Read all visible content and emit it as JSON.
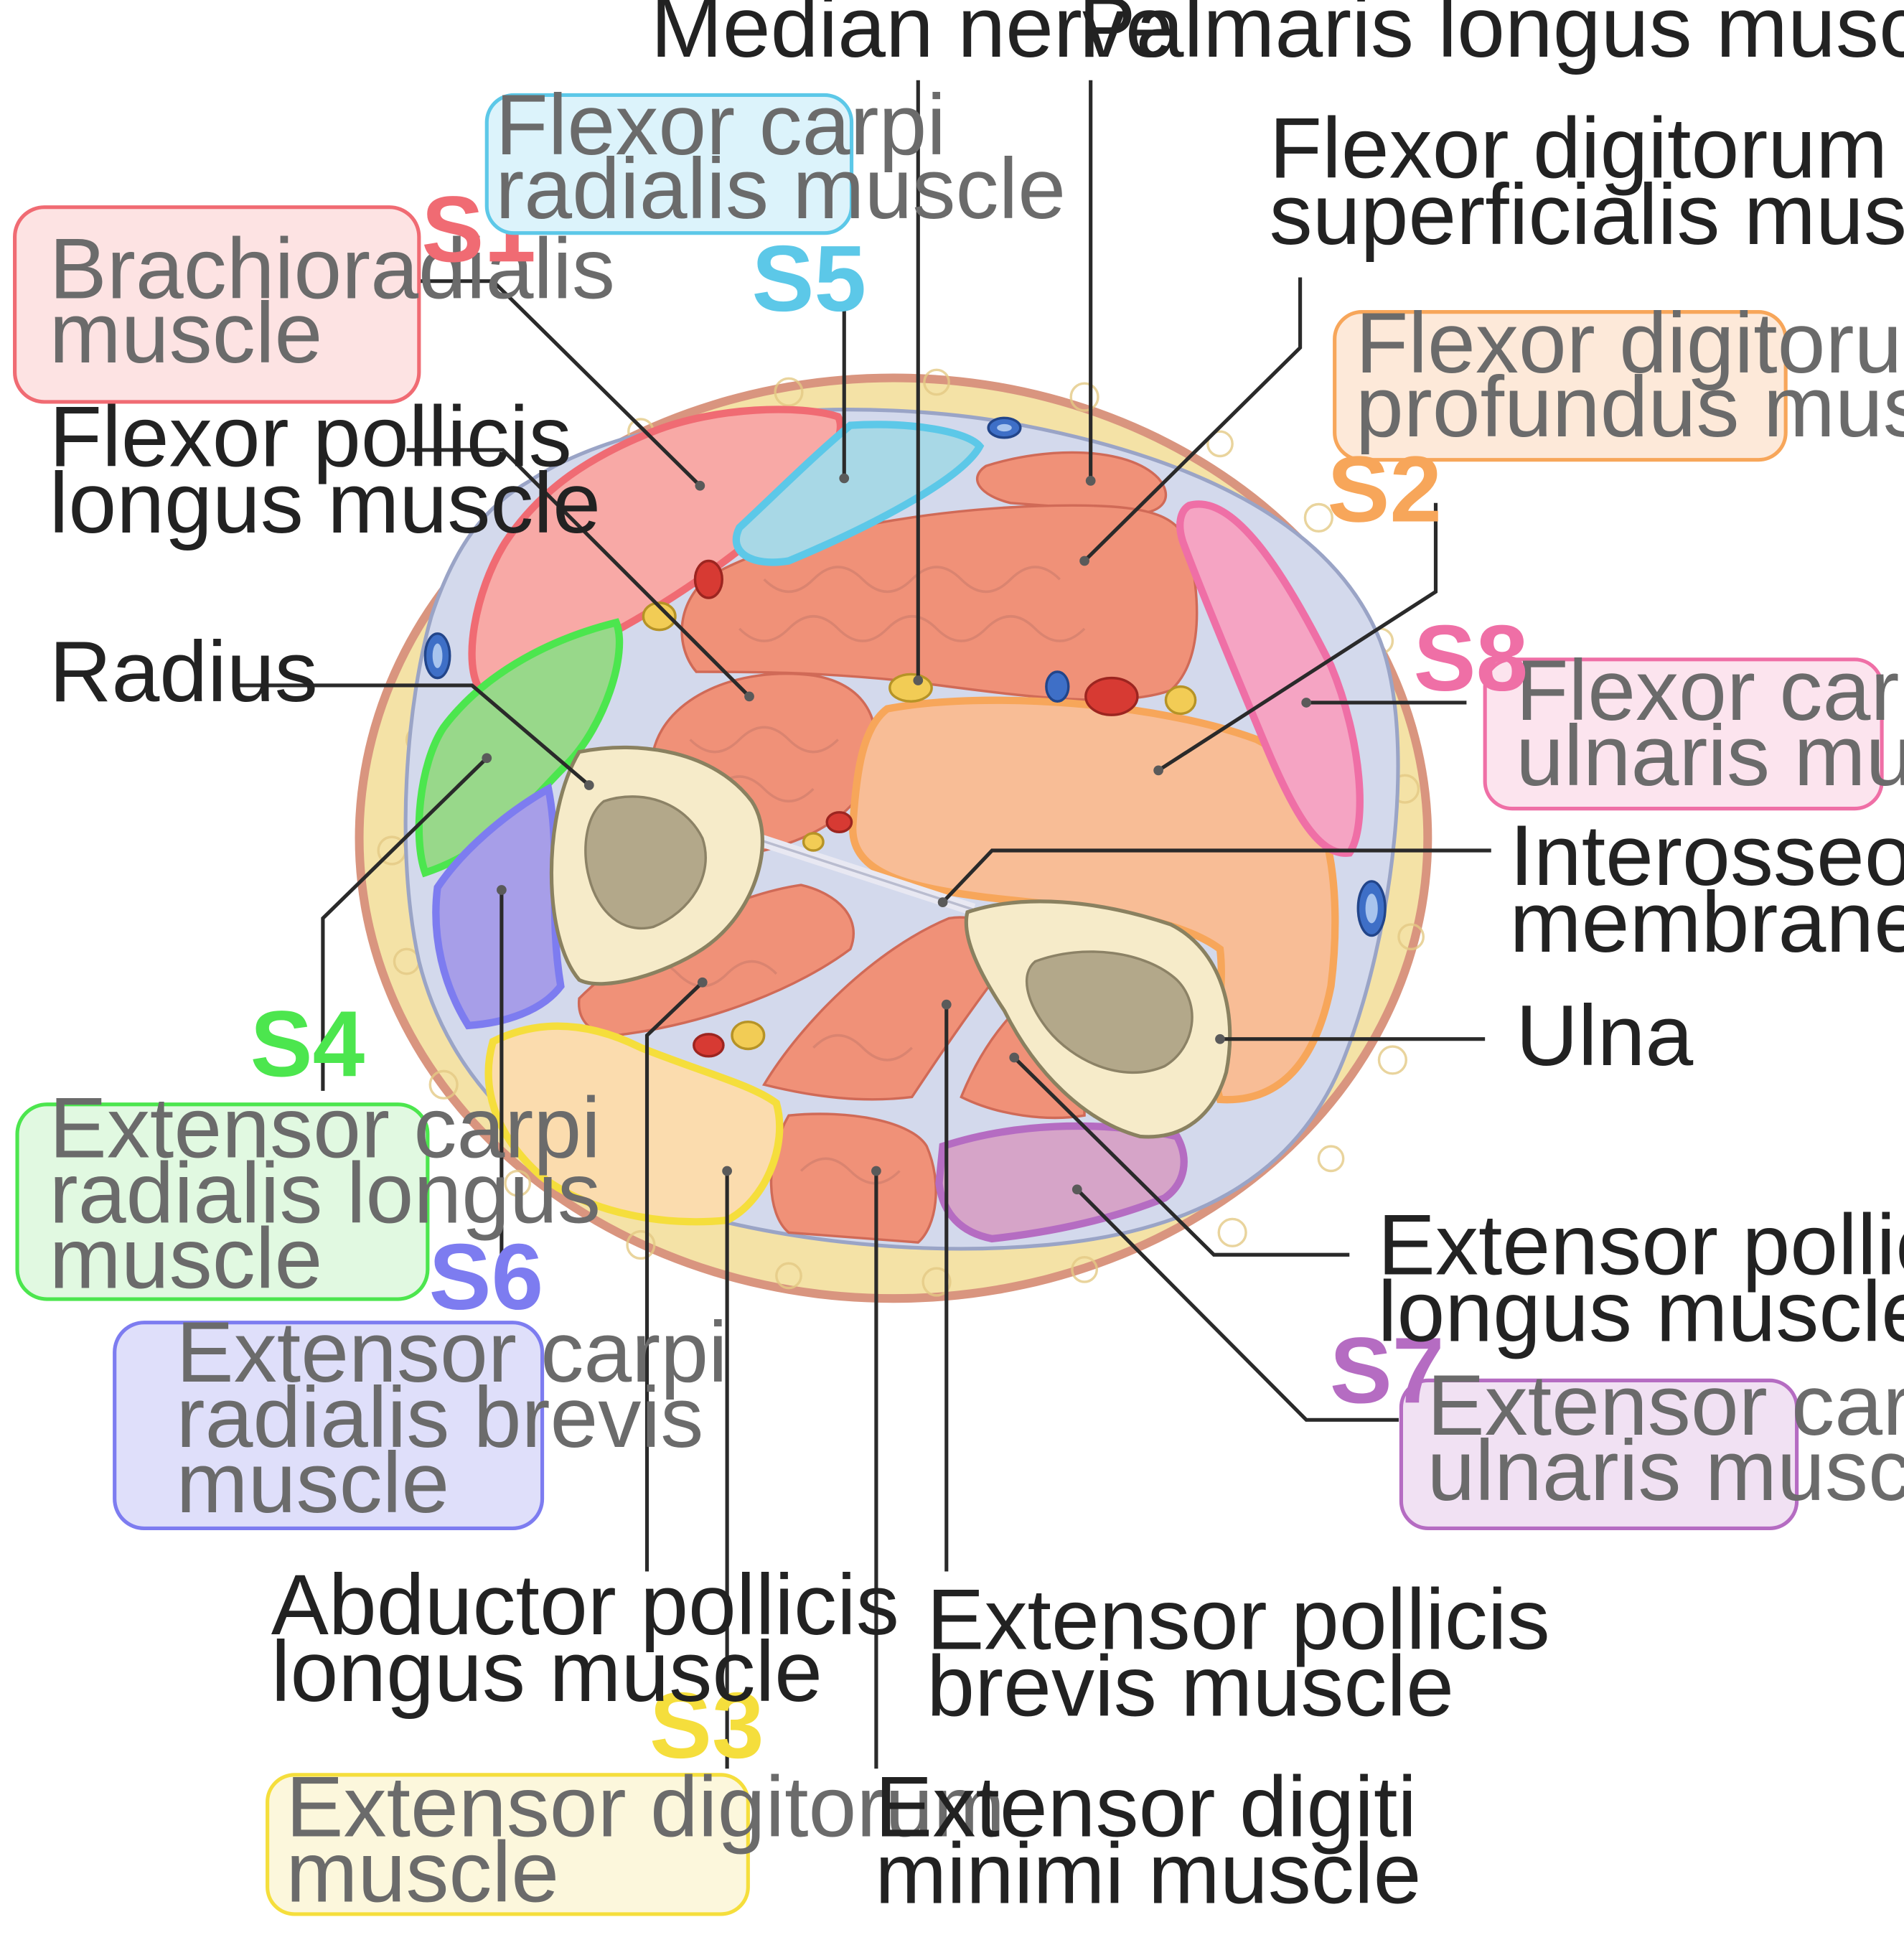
{
  "labels": {
    "median_nerve": [
      "Median nerve"
    ],
    "palmaris_longus": [
      "Palmaris longus muscle"
    ],
    "flexor_digitorum_superficialis": [
      "Flexor digitorum",
      "superficialis muscle"
    ],
    "flexor_pollicis_longus": [
      "Flexor pollicis",
      "longus muscle"
    ],
    "radius": [
      "Radius"
    ],
    "interosseous_membrane": [
      "Interosseous",
      "membrane"
    ],
    "ulna": [
      "Ulna"
    ],
    "extensor_pollicis_longus": [
      "Extensor pollicis",
      "longus muscle"
    ],
    "abductor_pollicis_longus": [
      "Abductor pollicis",
      "longus muscle"
    ],
    "extensor_pollicis_brevis": [
      "Extensor pollicis",
      "brevis muscle"
    ],
    "extensor_digiti_minimi": [
      "Extensor digiti",
      "minimi muscle"
    ]
  },
  "segments": [
    {
      "key": "s1",
      "tag": "S1",
      "name": [
        "Brachioradialis",
        "muscle"
      ],
      "color": "#f06b73",
      "fill": "#fde3e3"
    },
    {
      "key": "s5",
      "tag": "S5",
      "name": [
        "Flexor carpi",
        "radialis muscle"
      ],
      "color": "#5cc8e8",
      "fill": "#dcf3fb"
    },
    {
      "key": "s2",
      "tag": "S2",
      "name": [
        "Flexor digitorum",
        "profundus muscle"
      ],
      "color": "#f7a65a",
      "fill": "#fde9d9"
    },
    {
      "key": "s8",
      "tag": "S8",
      "name": [
        "Flexor carpi",
        "ulnaris muscle"
      ],
      "color": "#ef6fa6",
      "fill": "#fce4ee"
    },
    {
      "key": "s4",
      "tag": "S4",
      "name": [
        "Extensor carpi",
        "radialis longus",
        "muscle"
      ],
      "color": "#4ce64e",
      "fill": "#e1f9e1"
    },
    {
      "key": "s6",
      "tag": "S6",
      "name": [
        "Extensor carpi",
        "radialis brevis",
        "muscle"
      ],
      "color": "#7d7cf0",
      "fill": "#dfdffa"
    },
    {
      "key": "s7",
      "tag": "S7",
      "name": [
        "Extensor carpi",
        "ulnaris muscle"
      ],
      "color": "#b56cc2",
      "fill": "#f1e1f3"
    },
    {
      "key": "s3",
      "tag": "S3",
      "name": [
        "Extensor digitorum",
        "muscle"
      ],
      "color": "#f5de3c",
      "fill": "#fcf7dc"
    }
  ],
  "colors": {
    "skin": "#d9957f",
    "fat": "#f4e2a6",
    "fascia": "#d3d9ec",
    "muscle": "#f09178",
    "bone": "#f6ebc9",
    "marrow": "#b3a88a",
    "artery": "#d73a33",
    "vein": "#3e6fc7",
    "nerve": "#f2cc55"
  }
}
